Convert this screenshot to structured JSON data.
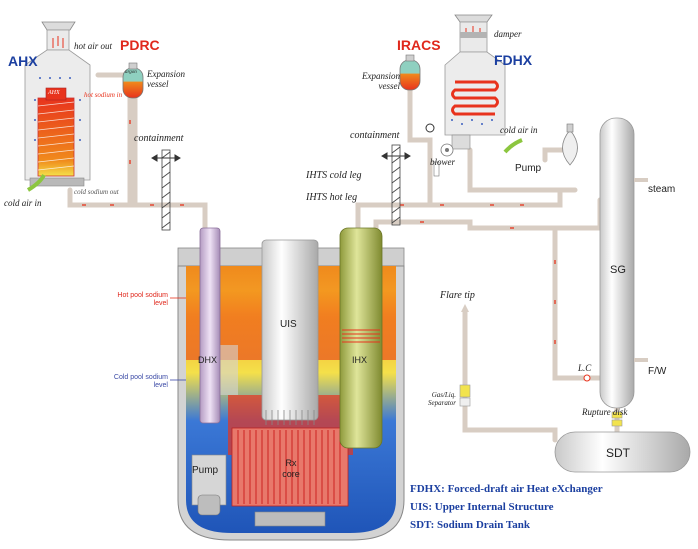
{
  "labels": {
    "ahx": "AHX",
    "pdrc": "PDRC",
    "iracs": "IRACS",
    "fdhx": "FDHX",
    "hot_air_out": "hot air out",
    "hot_sodium_in": "hot sodium in",
    "cold_sodium_out": "cold sodium out",
    "cold_air_in_left": "cold air in",
    "cold_air_in_right": "cold air in",
    "expansion_vessel_left": "Expansion vessel",
    "expansion_vessel_right": "Expansion vessel",
    "containment_left": "containment",
    "containment_right": "containment",
    "damper": "damper",
    "blower": "blower",
    "pump_top": "Pump",
    "ihts_cold_leg": "IHTS cold leg",
    "ihts_hot_leg": "IHTS hot leg",
    "steam": "steam",
    "sg": "SG",
    "fw": "F/W",
    "lc": "L.C",
    "rupture_disk": "Rupture disk",
    "sdt": "SDT",
    "flare_tip": "Flare tip",
    "gas_liq_separator": "Gas/Liq. Separator",
    "hot_pool_level": "Hot pool sodium level",
    "cold_pool_level": "Cold pool sodium level",
    "uis": "UIS",
    "dhx": "DHX",
    "ihx": "IHX",
    "pump_bottom": "Pump",
    "rx_core": "Rx core",
    "argon": "argon",
    "ahx_core_tag": "AHX"
  },
  "legend": [
    "FDHX: Forced-draft air Heat eXchanger",
    "UIS: Upper Internal Structure",
    "SDT: Sodium Drain Tank"
  ],
  "colors": {
    "pipe": "#d9cfc6",
    "hot": "#e8331d",
    "orange": "#f5a623",
    "yellow": "#f2e34d",
    "cold": "#2f6fd0",
    "legend": "#1b3fa0"
  }
}
